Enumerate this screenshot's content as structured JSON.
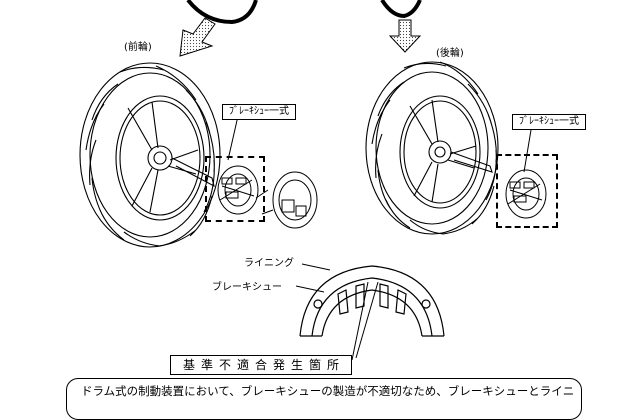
{
  "labels": {
    "front_wheel": "(前輪)",
    "rear_wheel": "(後輪)",
    "brake_shoe_set_front": "ﾌﾞﾚｰｷｼｭｰ一式",
    "brake_shoe_set_rear": "ﾌﾞﾚｰｷｼｭｰ一式",
    "lining": "ライニング",
    "brake_shoe": "ブレーキシュー",
    "defect_location": "基準不適合発生箇所"
  },
  "note": {
    "text": "ドラム式の制動装置において、ブレーキシューの製造が不適切なため、ブレーキシューとライニ"
  }
}
